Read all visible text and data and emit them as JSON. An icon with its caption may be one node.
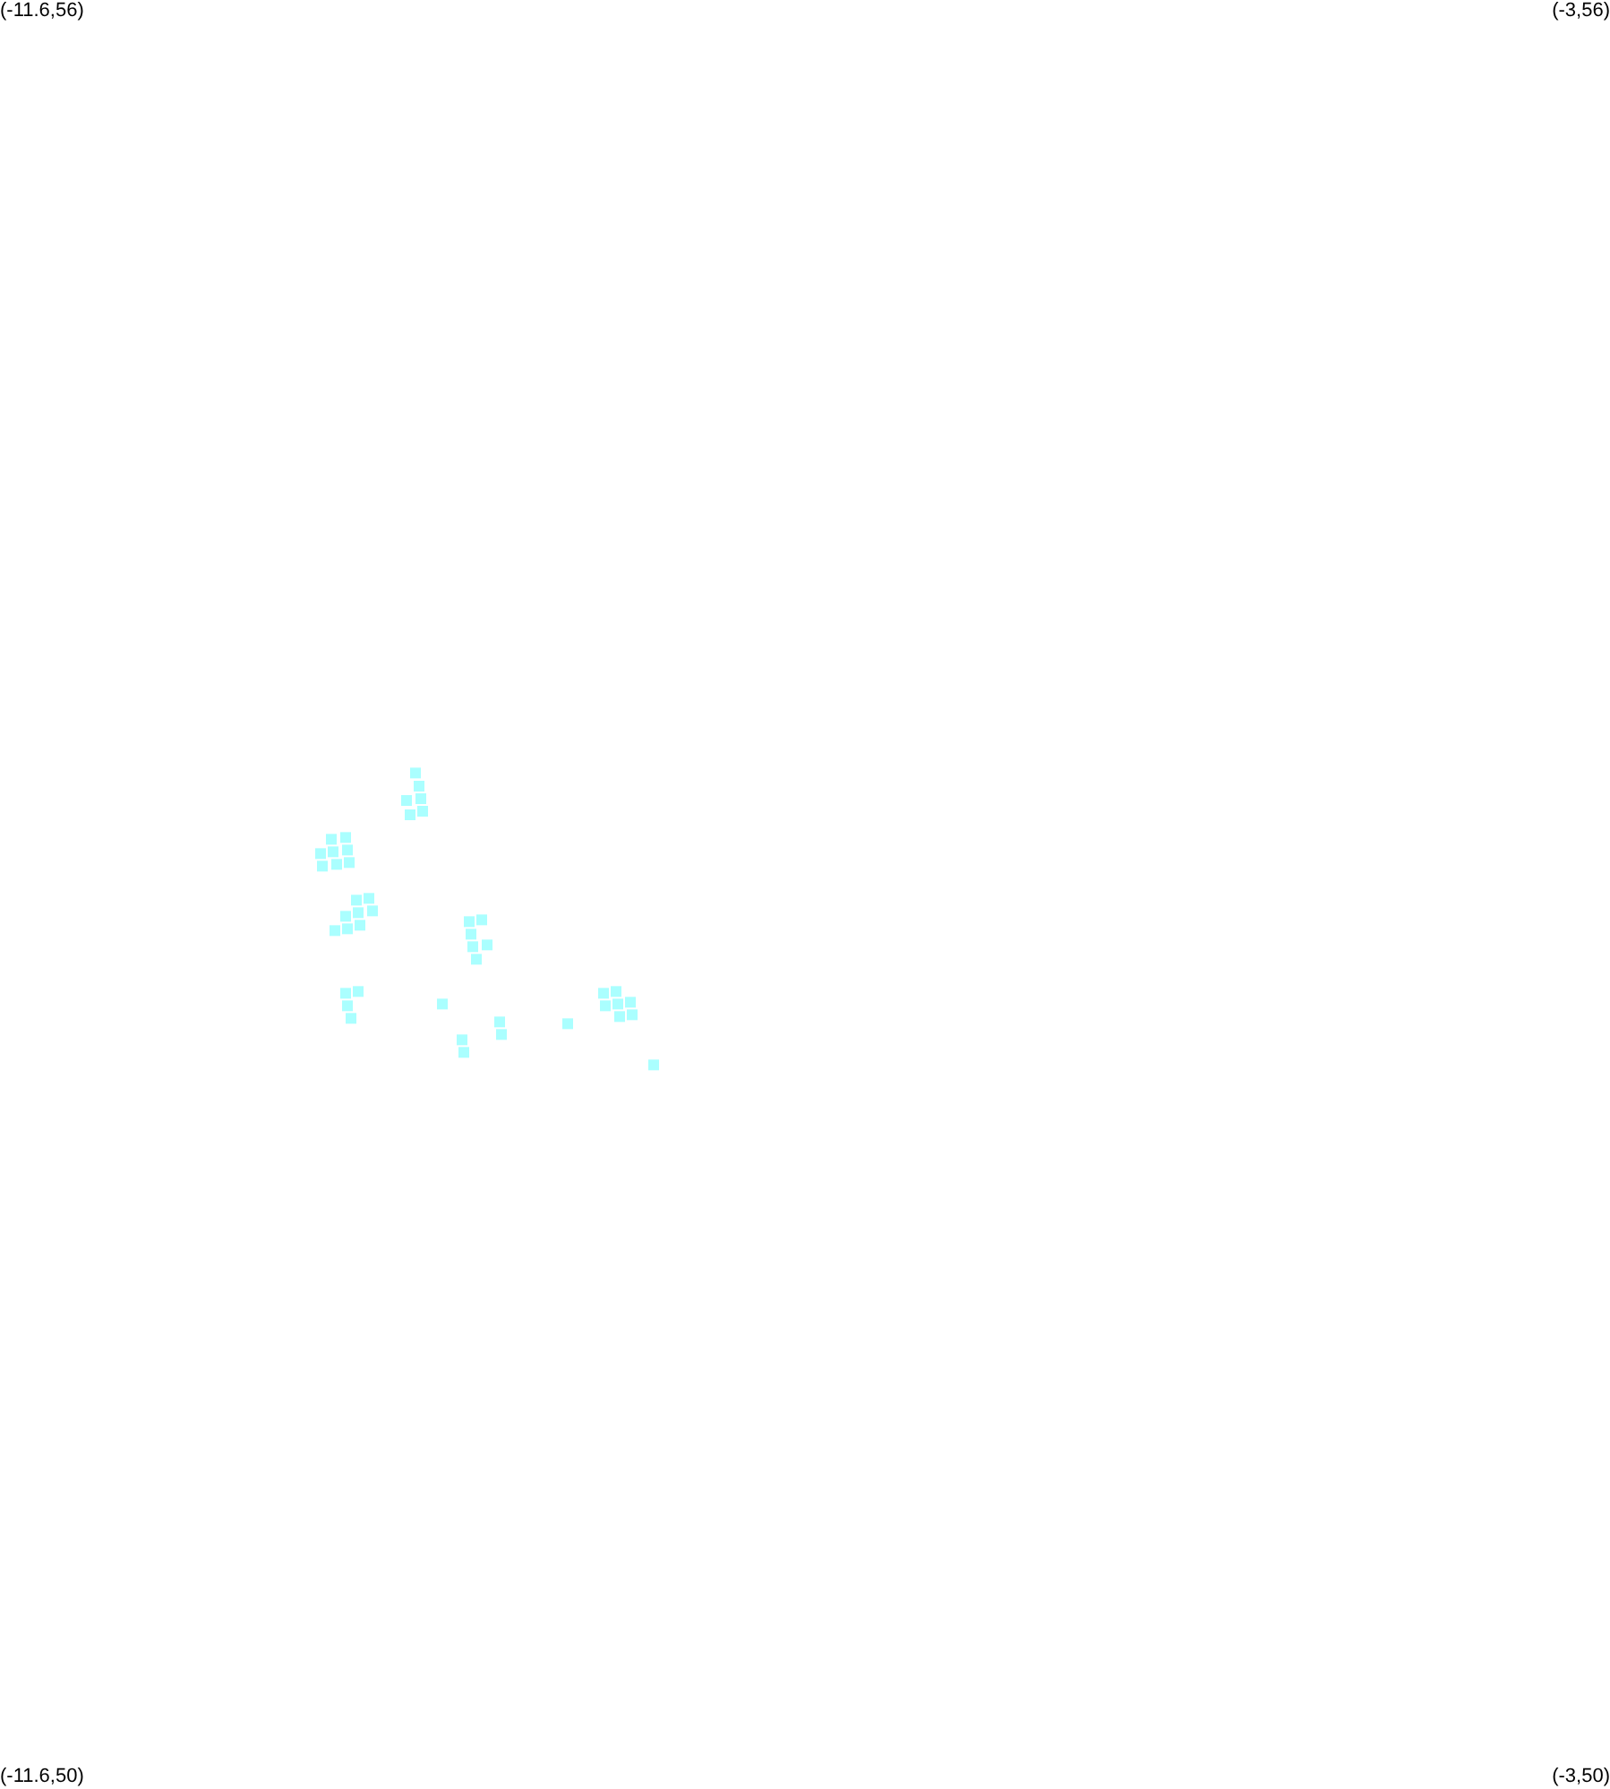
{
  "diagram": {
    "labels": [
      "(-11.6,56)",
      "(-3,56)",
      "(-11.6,50)",
      "(-3,50)"
    ]
  }
}
